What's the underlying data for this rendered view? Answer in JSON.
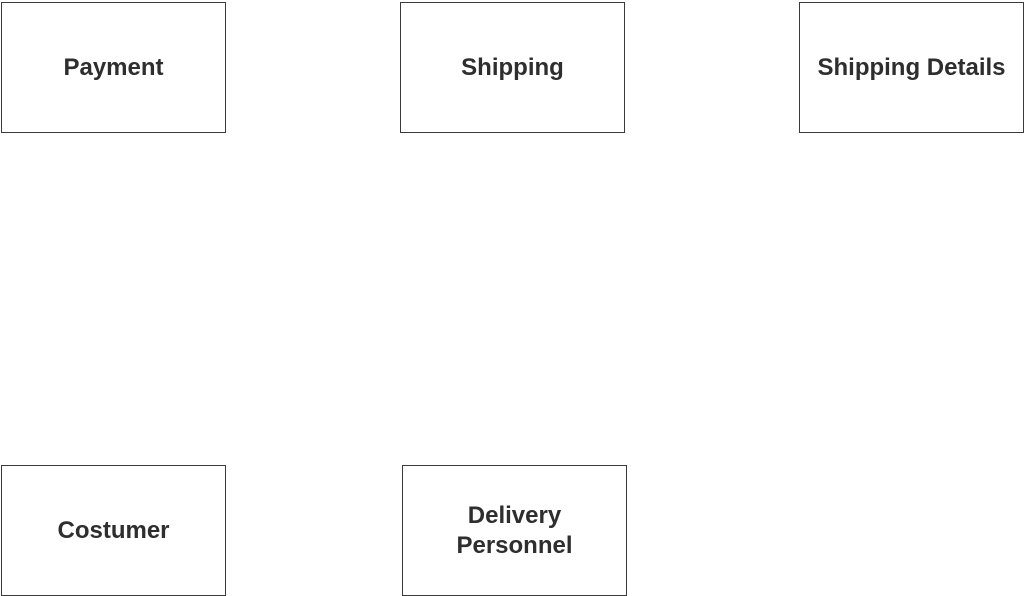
{
  "diagram": {
    "entities": [
      {
        "id": "payment",
        "label": "Payment"
      },
      {
        "id": "shipping",
        "label": "Shipping"
      },
      {
        "id": "shipping_details",
        "label": "Shipping Details"
      },
      {
        "id": "costumer",
        "label": "Costumer"
      },
      {
        "id": "delivery_personnel",
        "label": "Delivery\nPersonnel"
      }
    ],
    "colors": {
      "border": "#3a3a3a",
      "text": "#2e2e2e",
      "background": "#ffffff"
    }
  }
}
